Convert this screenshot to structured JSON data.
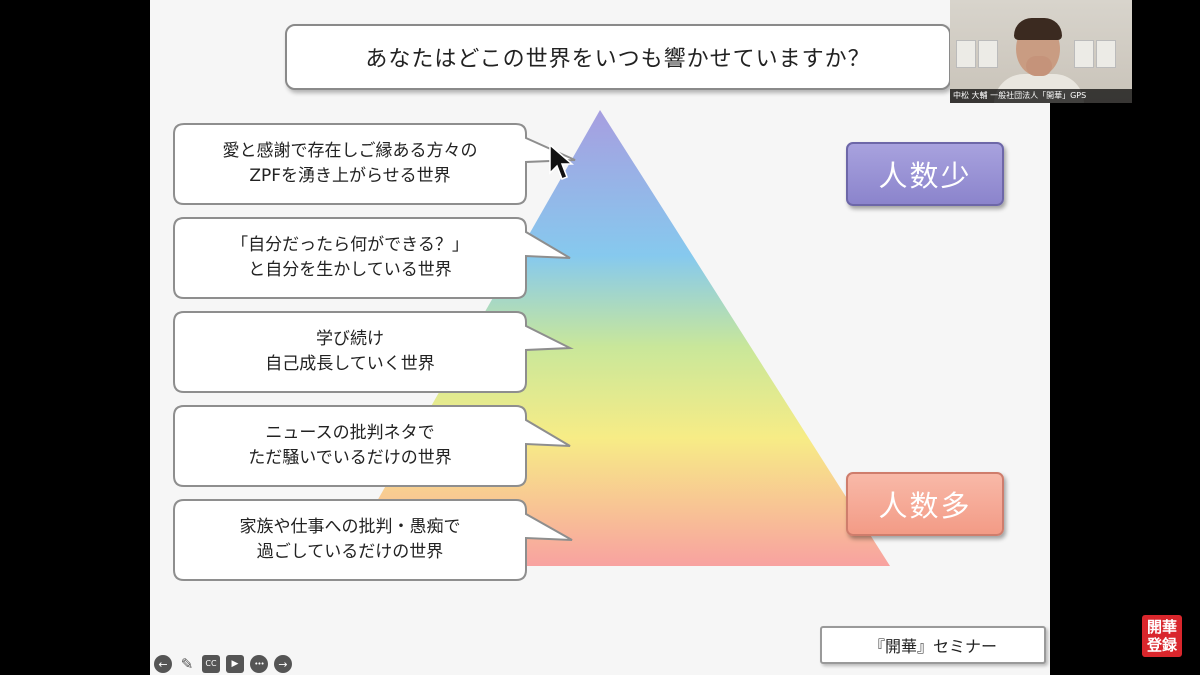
{
  "slide": {
    "title": "あなたはどこの世界をいつも響かせていますか？",
    "levels": [
      {
        "lines": [
          "愛と感謝で存在しご縁ある方々の",
          "ZPFを湧き上がらせる世界"
        ]
      },
      {
        "lines": [
          "「自分だったら何ができる？」",
          "と自分を生かしている世界"
        ]
      },
      {
        "lines": [
          "学び続け",
          "自己成長していく世界"
        ]
      },
      {
        "lines": [
          "ニュースの批判ネタで",
          "ただ騒いでいるだけの世界"
        ]
      },
      {
        "lines": [
          "家族や仕事への批判・愚痴で",
          "過ごしているだけの世界"
        ]
      }
    ],
    "badge_few": "人数少",
    "badge_many": "人数多",
    "seminar_label": "『開華』セミナー"
  },
  "toolbar": {
    "icons": [
      "prev-icon",
      "pen-icon",
      "captions-icon",
      "video-icon",
      "more-icon",
      "next-icon"
    ],
    "prev": "←",
    "pen": "✎",
    "captions": "CC",
    "video": "▶",
    "more": "•••",
    "next": "→"
  },
  "webcam": {
    "caption": "中松 大輔 一般社団法人「開華」GPS"
  },
  "record_badge": {
    "line1": "開華",
    "line2": "登録"
  },
  "colors": {
    "pyramid_top": "#a79ee0",
    "pyramid_blue": "#86c9ee",
    "pyramid_green": "#c9e79a",
    "pyramid_yellow": "#f7ec86",
    "pyramid_bottom": "#f8a2a0",
    "badge_few": "#9690d4",
    "badge_many": "#f5a792",
    "record_red": "#d9262c"
  }
}
